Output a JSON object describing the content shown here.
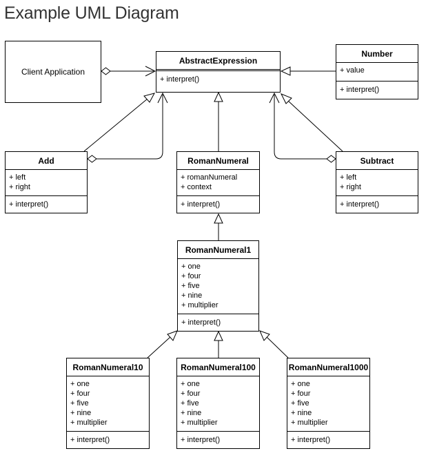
{
  "title": "Example UML Diagram",
  "client": {
    "label": "Client Application"
  },
  "classes": {
    "abstract_expression": {
      "name": "AbstractExpression",
      "attributes": [],
      "operations": [
        "+ interpret()"
      ]
    },
    "number": {
      "name": "Number",
      "attributes": [
        "+ value"
      ],
      "operations": [
        "+ interpret()"
      ]
    },
    "add": {
      "name": "Add",
      "attributes": [
        "+ left",
        "+ right"
      ],
      "operations": [
        "+ interpret()"
      ]
    },
    "roman_numeral": {
      "name": "RomanNumeral",
      "attributes": [
        "+ romanNumeral",
        "+ context"
      ],
      "operations": [
        "+ interpret()"
      ]
    },
    "subtract": {
      "name": "Subtract",
      "attributes": [
        "+ left",
        "+ right"
      ],
      "operations": [
        "+ interpret()"
      ]
    },
    "roman_numeral_1": {
      "name": "RomanNumeral1",
      "attributes": [
        "+ one",
        "+ four",
        "+ five",
        "+ nine",
        "+ multiplier"
      ],
      "operations": [
        "+ interpret()"
      ]
    },
    "roman_numeral_10": {
      "name": "RomanNumeral10",
      "attributes": [
        "+ one",
        "+ four",
        "+ five",
        "+ nine",
        "+ multiplier"
      ],
      "operations": [
        "+ interpret()"
      ]
    },
    "roman_numeral_100": {
      "name": "RomanNumeral100",
      "attributes": [
        "+ one",
        "+ four",
        "+ five",
        "+ nine",
        "+ multiplier"
      ],
      "operations": [
        "+ interpret()"
      ]
    },
    "roman_numeral_1000": {
      "name": "RomanNumeral1000",
      "attributes": [
        "+ one",
        "+ four",
        "+ five",
        "+ nine",
        "+ multiplier"
      ],
      "operations": [
        "+ interpret()"
      ]
    }
  }
}
